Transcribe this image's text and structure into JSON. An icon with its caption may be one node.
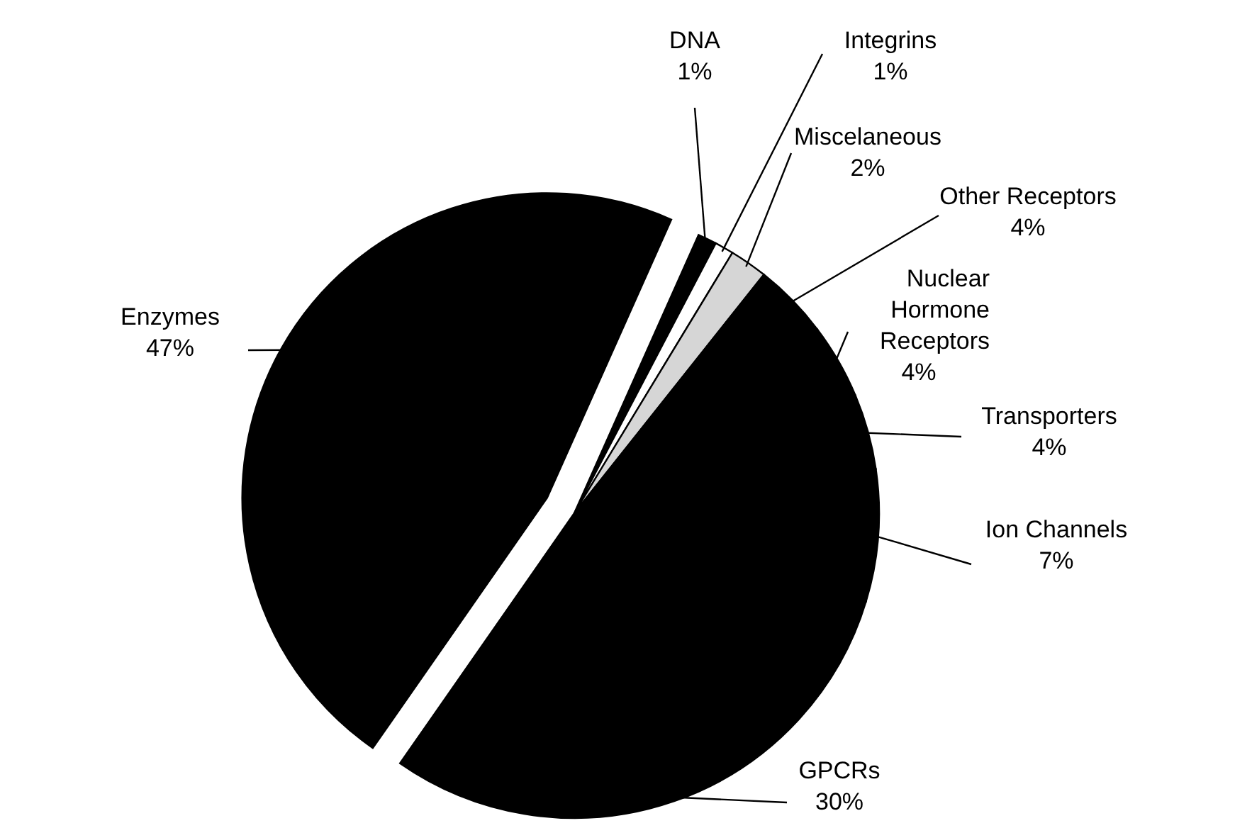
{
  "diagram": {
    "chart_data": {
      "type": "pie",
      "categories": [
        "DNA",
        "Integrins",
        "Miscelaneous",
        "Other Receptors",
        "Nuclear Hormone Receptors",
        "Transporters",
        "Ion Channels",
        "GPCRs",
        "Enzymes"
      ],
      "values": [
        1,
        1,
        2,
        4,
        4,
        4,
        7,
        30,
        47
      ],
      "value_labels": [
        "1%",
        "1%",
        "2%",
        "4%",
        "4%",
        "4%",
        "7%",
        "30%",
        "47%"
      ]
    }
  }
}
